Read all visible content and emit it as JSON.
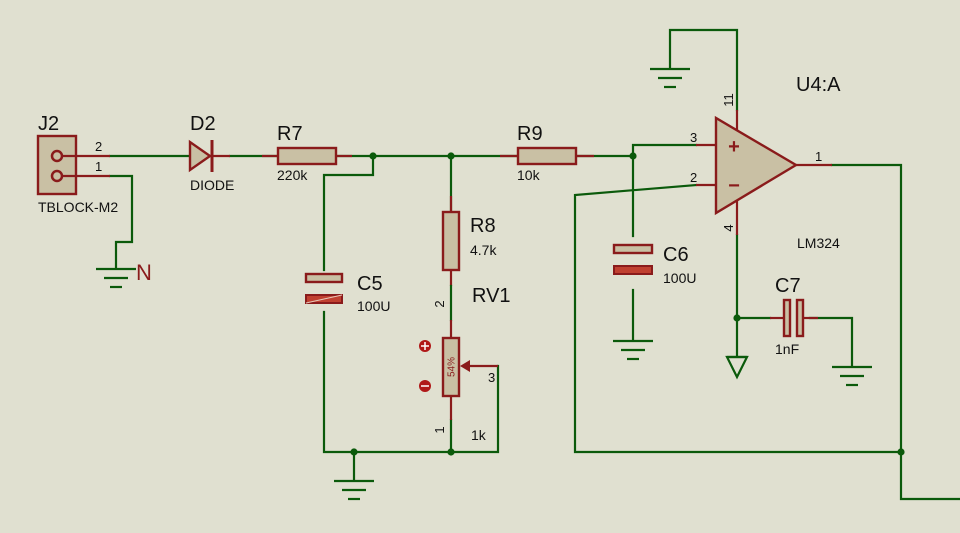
{
  "components": {
    "j2": {
      "ref": "J2",
      "value": "TBLOCK-M2",
      "pin1": "1",
      "pin2": "2"
    },
    "d2": {
      "ref": "D2",
      "value": "DIODE"
    },
    "r7": {
      "ref": "R7",
      "value": "220k"
    },
    "r9": {
      "ref": "R9",
      "value": "10k"
    },
    "r8": {
      "ref": "R8",
      "value": "4.7k"
    },
    "rv1": {
      "ref": "RV1",
      "value": "1k",
      "wiper": "54%",
      "pin1": "1",
      "pin2": "2",
      "pin3": "3"
    },
    "c5": {
      "ref": "C5",
      "value": "100U"
    },
    "c6": {
      "ref": "C6",
      "value": "100U"
    },
    "c7": {
      "ref": "C7",
      "value": "1nF"
    },
    "u4": {
      "ref": "U4:A",
      "value": "LM324",
      "pin_plus": "3",
      "pin_minus": "2",
      "pin_out": "1",
      "pin_vcc": "11",
      "pin_gnd": "4"
    }
  },
  "net_labels": {
    "n": "N"
  },
  "colors": {
    "background": "#e0e0d0",
    "wire": "#0b5a0b",
    "component": "#8a1b1b",
    "body_fill": "#c9c0a4"
  }
}
